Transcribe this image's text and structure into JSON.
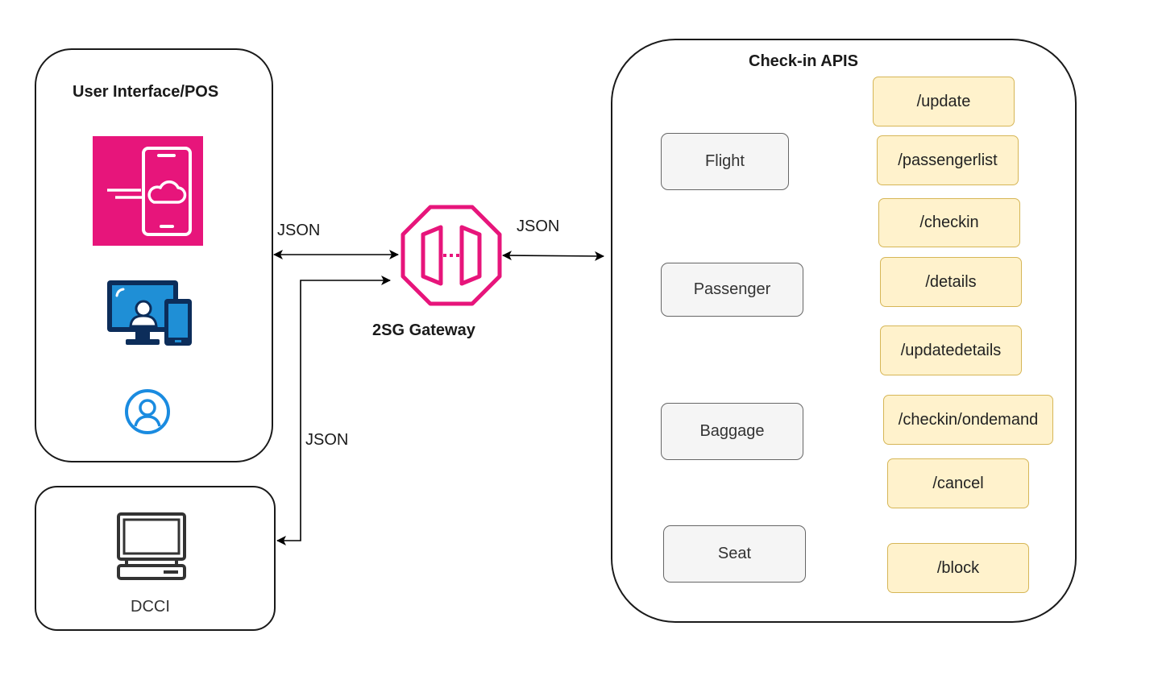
{
  "panels": {
    "ui_title": "User Interface/POS",
    "dcci_label": "DCCI",
    "apis_title": "Check-in APIS"
  },
  "gateway": {
    "label": "2SG Gateway"
  },
  "connectors": {
    "json_ui": "JSON",
    "json_dcci": "JSON",
    "json_apis": "JSON"
  },
  "services": {
    "flight": {
      "label": "Flight",
      "endpoints": [
        "/update",
        "/passengerlist"
      ]
    },
    "passenger": {
      "label": "Passenger",
      "endpoints": [
        "/checkin",
        "/details",
        "/updatedetails"
      ]
    },
    "baggage": {
      "label": "Baggage",
      "endpoints": [
        "/checkin/ondemand",
        "/cancel"
      ]
    },
    "seat": {
      "label": "Seat",
      "endpoints": [
        "/block"
      ]
    }
  },
  "colors": {
    "gateway": "#e7157b",
    "mobile_bg": "#e7157b",
    "desktop_blue": "#1f8fd6",
    "desktop_dark": "#0c2d5a",
    "user_icon": "#1a8be0",
    "service_fill": "#f5f5f5",
    "endpoint_fill": "#fff2cc",
    "endpoint_border": "#d6b656"
  },
  "icons": [
    "mobile-cloud-icon",
    "desktop-devices-icon",
    "user-circle-icon",
    "computer-terminal-icon",
    "api-gateway-icon"
  ]
}
